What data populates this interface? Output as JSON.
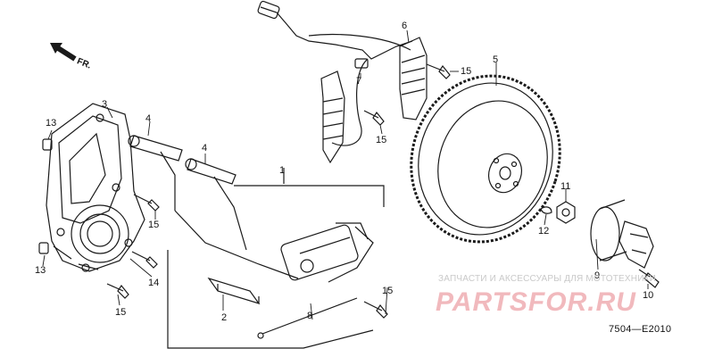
{
  "diagram": {
    "direction_label": "FR.",
    "diagram_code": "7504—E2010",
    "callouts": [
      {
        "key": "c1",
        "text": "1"
      },
      {
        "key": "c2",
        "text": "2"
      },
      {
        "key": "c3",
        "text": "3"
      },
      {
        "key": "c4a",
        "text": "4"
      },
      {
        "key": "c4b",
        "text": "4"
      },
      {
        "key": "c5",
        "text": "5"
      },
      {
        "key": "c6",
        "text": "6"
      },
      {
        "key": "c7",
        "text": "7"
      },
      {
        "key": "c8",
        "text": "8"
      },
      {
        "key": "c9",
        "text": "9"
      },
      {
        "key": "c10",
        "text": "10"
      },
      {
        "key": "c11",
        "text": "11"
      },
      {
        "key": "c12",
        "text": "12"
      },
      {
        "key": "c13a",
        "text": "13"
      },
      {
        "key": "c13b",
        "text": "13"
      },
      {
        "key": "c14",
        "text": "14"
      },
      {
        "key": "c15a",
        "text": "15"
      },
      {
        "key": "c15b",
        "text": "15"
      },
      {
        "key": "c15c",
        "text": "15"
      },
      {
        "key": "c15d",
        "text": "15"
      },
      {
        "key": "c15e",
        "text": "15"
      }
    ]
  },
  "watermark": {
    "caption": "ЗАПЧАСТИ И АКСЕССУАРЫ ДЛЯ МОТОТЕХНИКИ",
    "logo": "PARTSFOR.RU"
  },
  "colors": {
    "line": "#1a1a1a",
    "watermark_caption": "#c9c9c9",
    "watermark_logo": "#f1b9bd"
  }
}
